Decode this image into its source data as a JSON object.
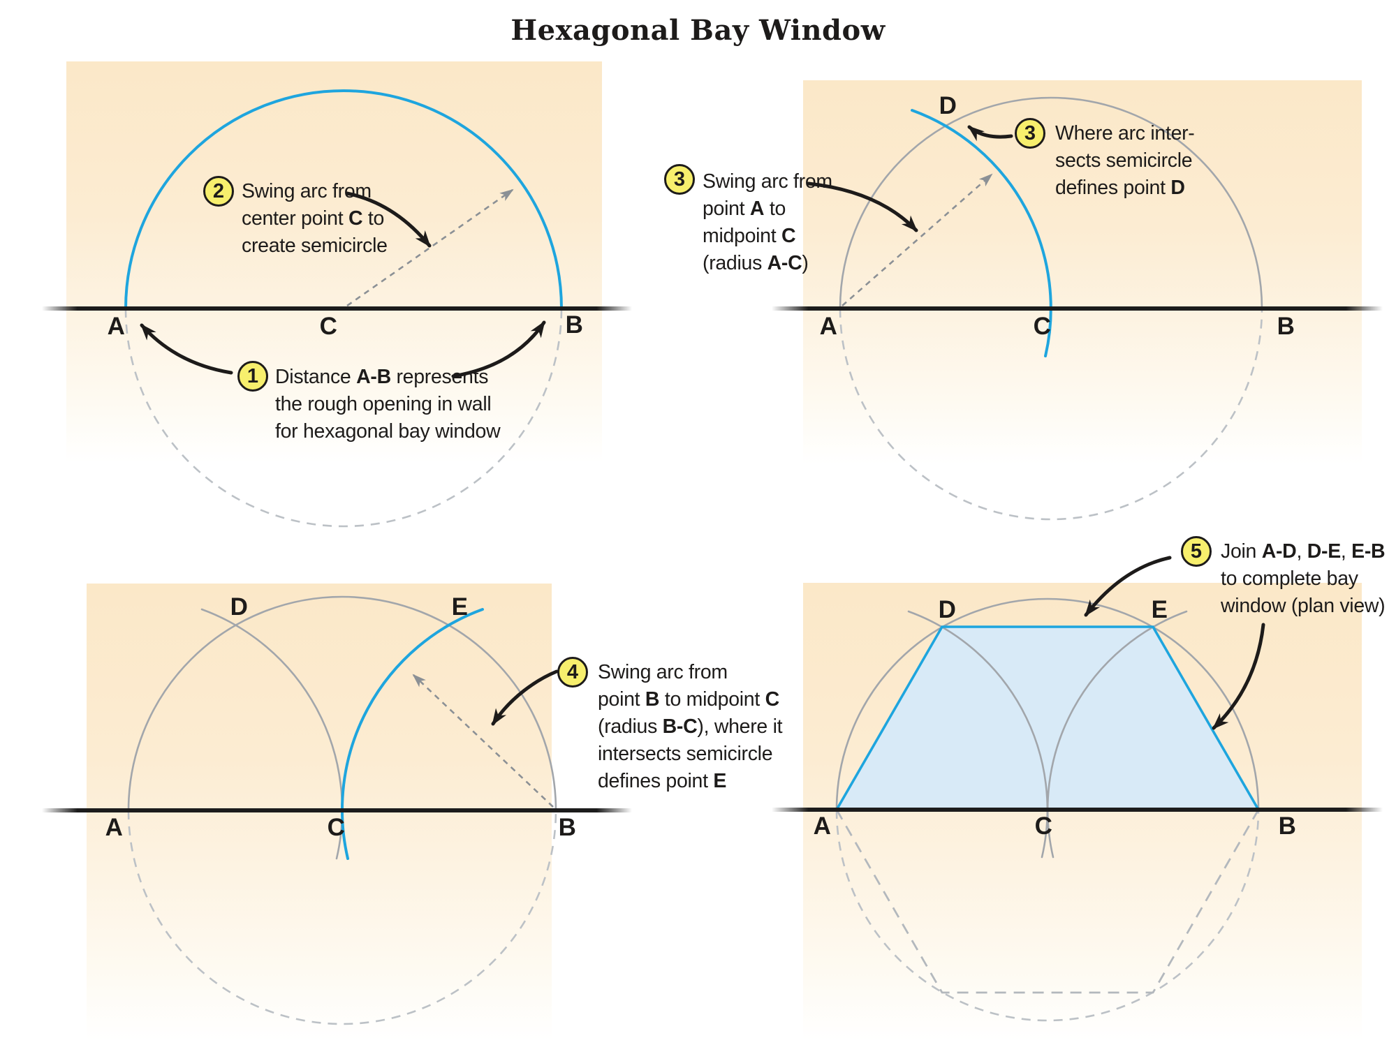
{
  "title": "Hexagonal Bay Window",
  "colors": {
    "accent_blue": "#1ea5de",
    "fill_blue": "#d8eaf7",
    "panel_peach": "#fbe8c8",
    "badge_yellow": "#f7ef6d",
    "arc_gray": "#a2a6ab",
    "dash_gray": "#bcc1c6",
    "dash_dark": "#8b9095",
    "ink": "#1d1b1a"
  },
  "badges": {
    "b1": "1",
    "b2": "2",
    "b3a": "3",
    "b3b": "3",
    "b4": "4",
    "b5": "5"
  },
  "annotations": {
    "a1": {
      "runs": [
        {
          "t": "Distance "
        },
        {
          "t": "A-B",
          "b": 1
        },
        {
          "t": " represents\nthe rough opening in wall\nfor hexagonal bay window"
        }
      ]
    },
    "a2": {
      "runs": [
        {
          "t": "Swing arc from\ncenter point "
        },
        {
          "t": "C",
          "b": 1
        },
        {
          "t": " to\ncreate semicircle"
        }
      ]
    },
    "a3_left": {
      "runs": [
        {
          "t": "Swing arc from\npoint "
        },
        {
          "t": "A",
          "b": 1
        },
        {
          "t": " to\nmidpoint "
        },
        {
          "t": "C",
          "b": 1
        },
        {
          "t": "\n(radius "
        },
        {
          "t": "A-C",
          "b": 1
        },
        {
          "t": ")"
        }
      ]
    },
    "a3_right": {
      "runs": [
        {
          "t": "Where arc inter-\nsects semicircle\ndefines point "
        },
        {
          "t": "D",
          "b": 1
        }
      ]
    },
    "a4": {
      "runs": [
        {
          "t": "Swing arc from\npoint "
        },
        {
          "t": "B",
          "b": 1
        },
        {
          "t": " to midpoint "
        },
        {
          "t": "C",
          "b": 1
        },
        {
          "t": "\n(radius "
        },
        {
          "t": "B-C",
          "b": 1
        },
        {
          "t": "), where it\nintersects semicircle\ndefines point "
        },
        {
          "t": "E",
          "b": 1
        }
      ]
    },
    "a5": {
      "runs": [
        {
          "t": "Join "
        },
        {
          "t": "A-D",
          "b": 1
        },
        {
          "t": ", "
        },
        {
          "t": "D-E",
          "b": 1
        },
        {
          "t": ", "
        },
        {
          "t": "E-B",
          "b": 1
        },
        {
          "t": "\nto complete bay\nwindow (plan view)"
        }
      ]
    }
  },
  "point_labels": {
    "p1_A": "A",
    "p1_C": "C",
    "p1_B": "B",
    "p2_A": "A",
    "p2_C": "C",
    "p2_B": "B",
    "p2_D": "D",
    "p3_A": "A",
    "p3_C": "C",
    "p3_B": "B",
    "p3_D": "D",
    "p3_E": "E",
    "p4_A": "A",
    "p4_C": "C",
    "p4_B": "B",
    "p4_D": "D",
    "p4_E": "E"
  }
}
